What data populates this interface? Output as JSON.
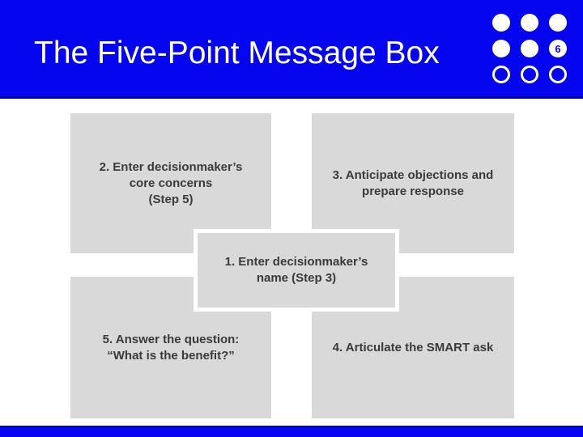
{
  "slide": {
    "title": "The Five-Point Message Box",
    "slide_number": "6",
    "colors": {
      "header_blue": "#0505f0",
      "header_edge_navy": "#0000a0",
      "box_gray": "#d9d9d9",
      "box_text_gray": "#3a3a3a",
      "title_white": "#ffffff"
    },
    "decoration": {
      "circle_rows": [
        "filled",
        "filled-with-number",
        "outlined"
      ]
    },
    "boxes": {
      "top_left": {
        "line1": "2. Enter decisionmaker’s",
        "line2": "core concerns",
        "line3": "(Step 5)"
      },
      "top_right": {
        "line1": "3. Anticipate objections and",
        "line2": "prepare response"
      },
      "center": {
        "line1": "1. Enter decisionmaker’s",
        "line2": "name (Step 3)"
      },
      "bottom_left": {
        "line1": "5. Answer the question:",
        "line2": "“What is the benefit?”"
      },
      "bottom_right": {
        "line1": "4. Articulate the SMART ask"
      }
    }
  }
}
